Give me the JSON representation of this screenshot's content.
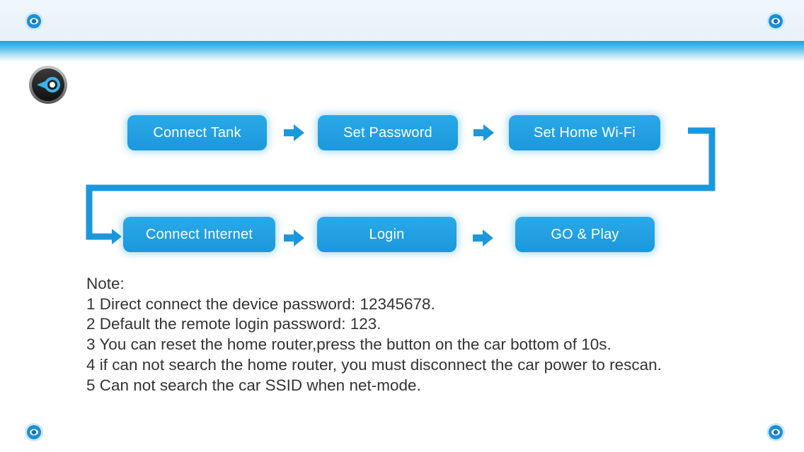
{
  "steps": {
    "connect_tank": "Connect Tank",
    "set_password": "Set Password",
    "set_home_wifi": "Set Home Wi-Fi",
    "connect_internet": "Connect Internet",
    "login": "Login",
    "go_play": "GO & Play"
  },
  "notes": {
    "title": "Note:",
    "lines": [
      "1 Direct connect the device password: 12345678.",
      "2 Default the remote login password: 123.",
      "3 You can reset the home router,press the button on the car bottom of 10s.",
      "4 if can not search the home router, you must disconnect the car power to rescan.",
      "5 Can not search the car SSID when net-mode."
    ]
  },
  "icons": {
    "back": "back-arrow-icon",
    "corner": "eye-icon",
    "flow": "right-arrow-icon"
  },
  "colors": {
    "accent": "#1b98dd",
    "header": "#e6f1fa",
    "text": "#333333"
  }
}
